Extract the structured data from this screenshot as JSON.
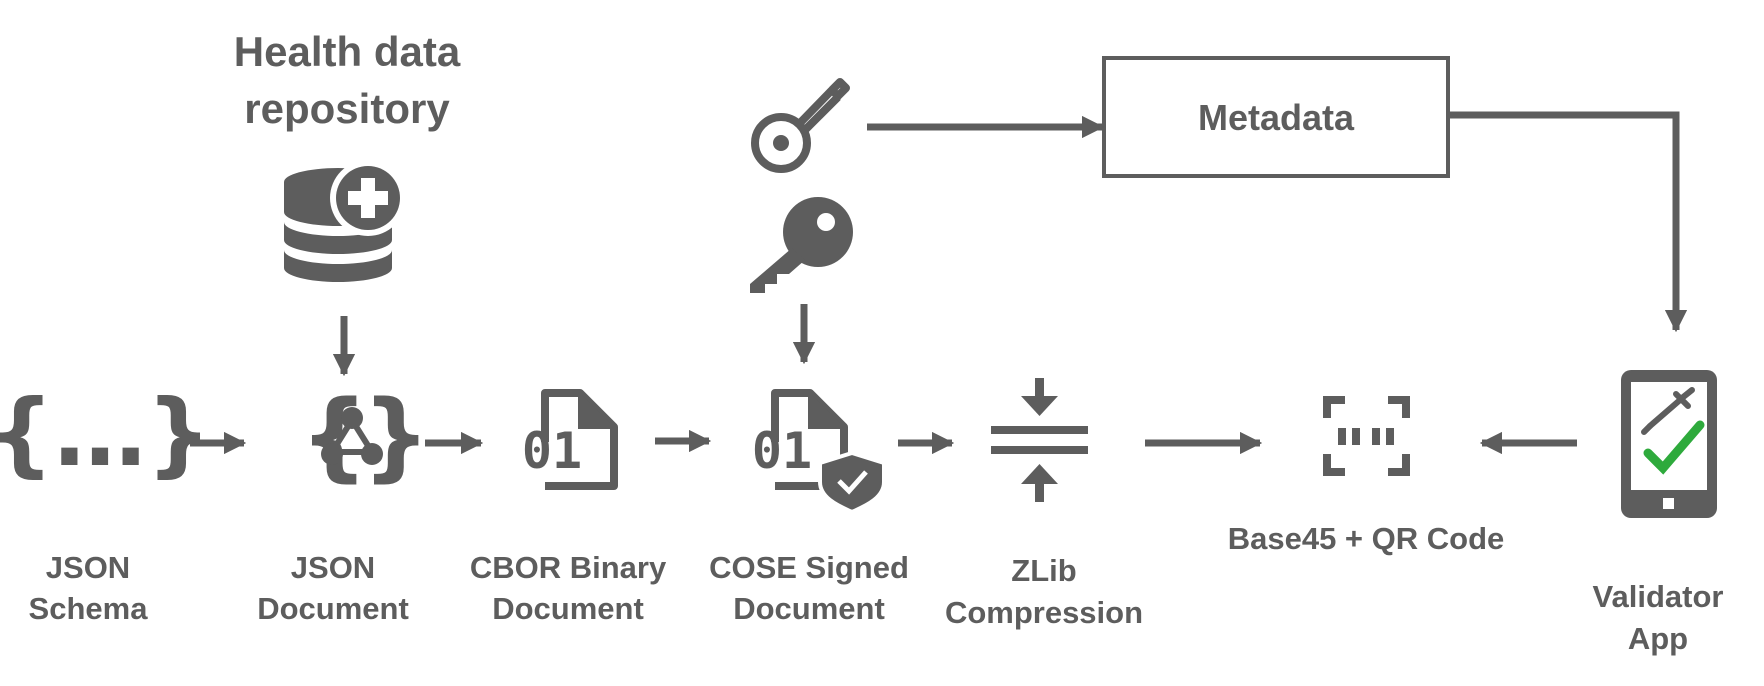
{
  "repository": {
    "line1": "Health data",
    "line2": "repository"
  },
  "metadata_label": "Metadata",
  "steps": [
    {
      "line1": "JSON",
      "line2": "Schema"
    },
    {
      "line1": "JSON",
      "line2": "Document"
    },
    {
      "line1": "CBOR Binary",
      "line2": "Document"
    },
    {
      "line1": "COSE Signed",
      "line2": "Document"
    },
    {
      "line1": "ZLib",
      "line2": "Compression"
    },
    {
      "line1": "Base45 + QR Code"
    },
    {
      "line1": "Validator",
      "line2": "App"
    }
  ],
  "icons": [
    "json-braces-icon",
    "database-plus-icon",
    "json-network-icon",
    "binary-file-icon",
    "signed-binary-file-icon",
    "public-key-icon",
    "private-key-icon",
    "compress-icon",
    "qr-scan-icon",
    "phone-vaccine-check-icon"
  ],
  "colors": {
    "gray": "#5d5d5d",
    "check": "#2eaa3c"
  }
}
